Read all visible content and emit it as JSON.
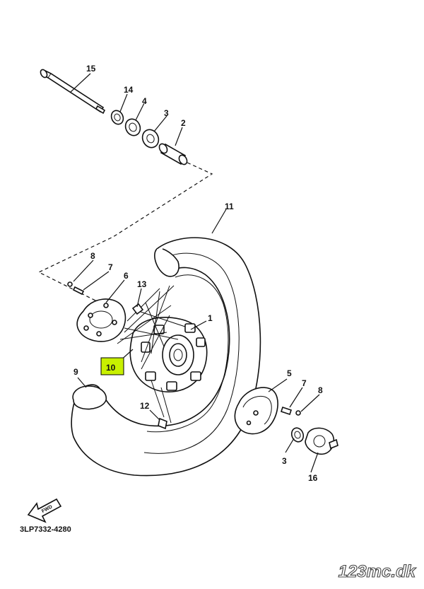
{
  "diagram": {
    "code": "3LP7332-4280",
    "watermark": "123mc.dk",
    "direction_label": "FWD",
    "highlight_color": "#c8f000",
    "callouts": {
      "c15": "15",
      "c14": "14",
      "c4a": "4",
      "c3a": "3",
      "c2": "2",
      "c11": "11",
      "c8a": "8",
      "c7a": "7",
      "c6": "6",
      "c13": "13",
      "c1": "1",
      "c10": "10",
      "c9": "9",
      "c12": "12",
      "c5": "5",
      "c7b": "7",
      "c8b": "8",
      "c3b": "3",
      "c16": "16"
    }
  }
}
